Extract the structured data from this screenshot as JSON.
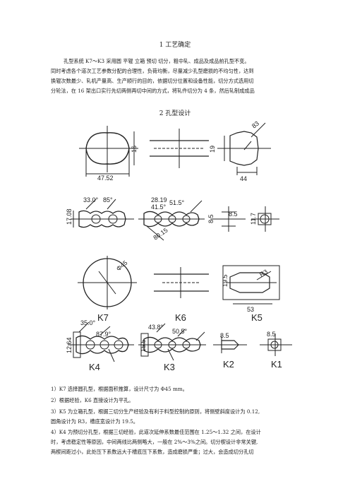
{
  "section1": {
    "title": "1 工艺确定",
    "lines": [
      "孔型系统 K7～K3 采用圆 平辊 立箱 预切 切分，粗中轧、成品及成品前孔型不变。",
      "同时考虑各个道次工艺参数分配的合理性，负荷均衡，尽量减少孔型磨损的不均匀性，达到",
      "换辊次数最少、轧机产量高、生产顺行的目的，依据切分位置和设备性能，切分方式选用切",
      "分轮法，在 16 架出口实行先切两侧再切中间的方式，将轧件切分为 4 条，然后轧制成成品"
    ]
  },
  "section2": {
    "title": "2 孔型设计"
  },
  "figure1": {
    "dims": [
      "47.52",
      "16",
      "19",
      "44",
      "83",
      "33.0°",
      "85°",
      "17.08",
      "28.19",
      "41.5°",
      "51.5°",
      "80.15",
      "8.5",
      "8.5",
      "11.7"
    ]
  },
  "figure2": {
    "labels": [
      "K7",
      "K6",
      "K5",
      "K4",
      "K3",
      "K2",
      "K1"
    ],
    "dims": [
      "Φ45",
      "19.5",
      "R3",
      "53",
      "35.0°",
      "87.9°",
      "12.64",
      "43.8°",
      "50.5°",
      "15.5",
      "8.5",
      "8.5"
    ]
  },
  "items": [
    "1）K7 选择圆孔型，根据面积推算，设计尺寸为 Φ45 mm。",
    "2）根据经验，K6 直接设计为平孔。",
    "3）K5 为立箱孔型，根据三切分生产经验及有利于料型控制的原则，将侧壁斜度设计为 0.12,",
    "圆角设计为 R3，槽底宽设计为 19.5。",
    "4）K4 为预切分孔型，根据三切经验，此道次延伸系数最佳范围在 1.25～1.32 之间，在设计",
    "时，考虑稳定性等原因，中间两线比两侧略大，一般在 2%～3%之间。切分楔设计非常关键,",
    "两楔间距过小，此处压下系数远大于槽底压下系数，造成磨损严重；过大，会造成切分孔切"
  ]
}
